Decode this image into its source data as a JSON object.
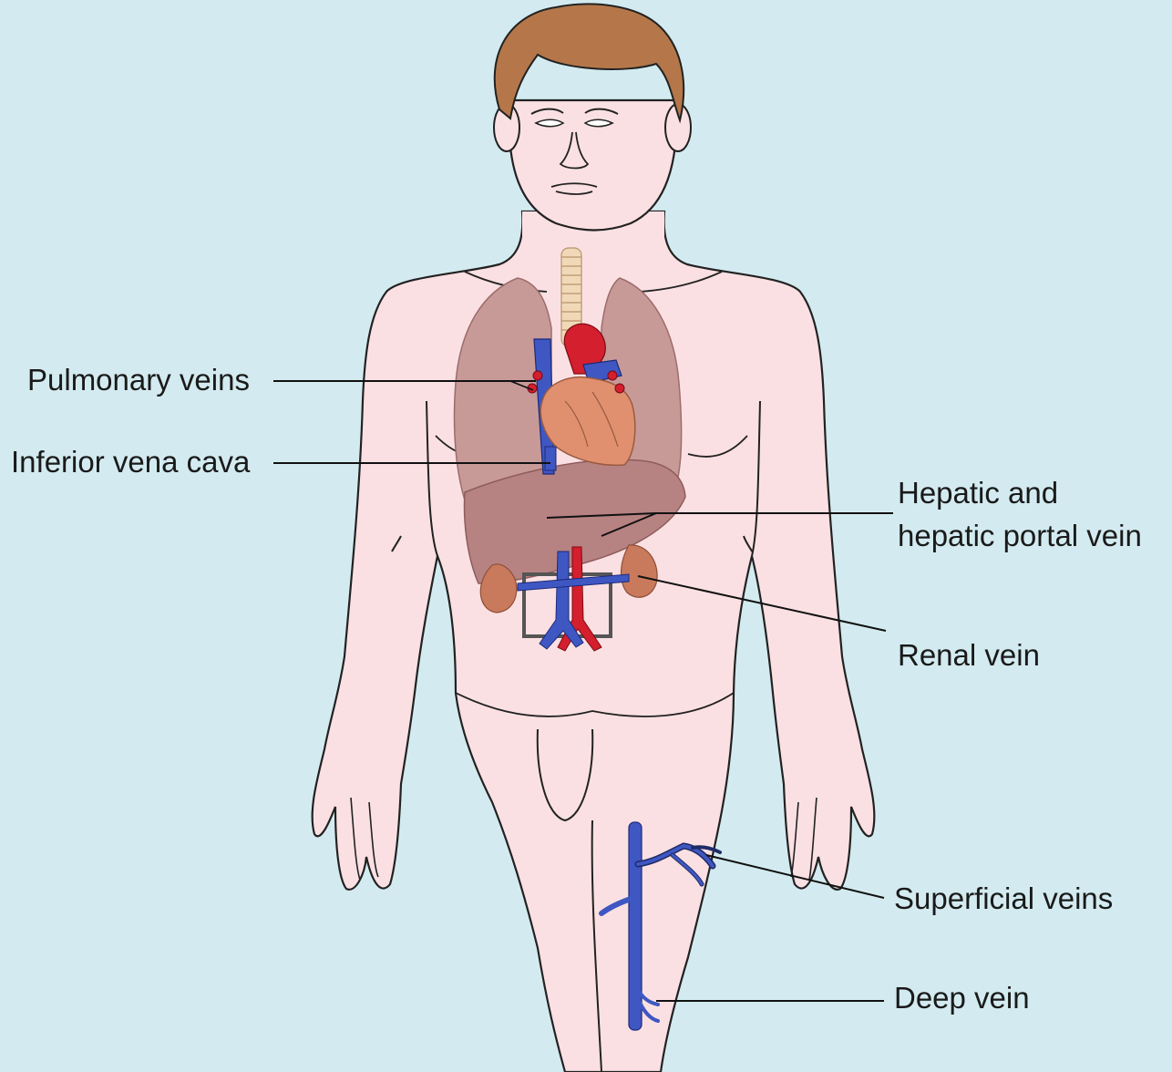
{
  "labels": {
    "pulmonary_veins": "Pulmonary veins",
    "inferior_vena_cava": "Inferior vena cava",
    "hepatic_line1": "Hepatic and",
    "hepatic_line2": "hepatic portal vein",
    "renal_vein": "Renal vein",
    "superficial_veins": "Superficial veins",
    "deep_vein": "Deep vein"
  },
  "colors": {
    "background": "#d3ebf0",
    "skin": "#fbe0e3",
    "hair": "#b5774a",
    "lungs": "#c79a98",
    "liver": "#b78282",
    "heart": "#e0906f",
    "kidney": "#c97a5d",
    "vein": "#3f57c2",
    "artery": "#d41f2e",
    "trachea": "#f1d9b8"
  }
}
